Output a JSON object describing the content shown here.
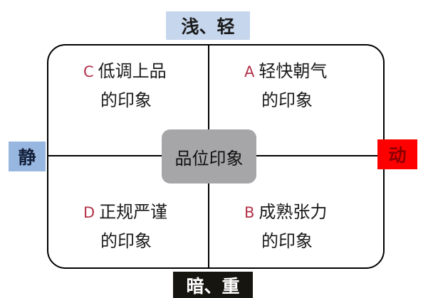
{
  "axis_labels": {
    "top": "浅、轻",
    "bottom": "暗、重",
    "left": "静",
    "right": "动"
  },
  "center": {
    "label": "品位印象"
  },
  "quadrants": {
    "top_left": {
      "letter": "C",
      "line1": "低调上品",
      "line2": "的印象"
    },
    "top_right": {
      "letter": "A",
      "line1": "轻快朝气",
      "line2": "的印象"
    },
    "bottom_left": {
      "letter": "D",
      "line1": "正规严谨",
      "line2": "的印象"
    },
    "bottom_right": {
      "letter": "B",
      "line1": "成熟张力",
      "line2": "的印象"
    }
  },
  "colors": {
    "top_label_bg": "#c6d6ec",
    "left_label_bg": "#97b6e0",
    "right_label_bg": "#ff0000",
    "bottom_label_bg": "#17150f",
    "center_bg": "#a6a6a8",
    "letter": "#b3334c"
  }
}
